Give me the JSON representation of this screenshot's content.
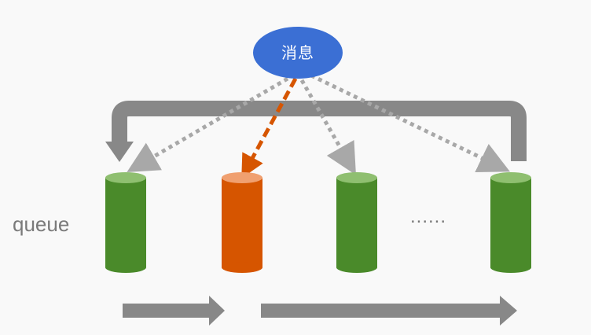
{
  "message": {
    "label": "消息",
    "color": "#3b6fd4"
  },
  "queue_label": "queue",
  "ellipsis": "......",
  "colors": {
    "queue_green": "#4a8a2a",
    "queue_green_top": "#8fbf70",
    "selected_orange": "#d65500",
    "selected_orange_top": "#f0a070",
    "gray_arrow": "#888888",
    "dotted_arrow": "#a8a8a8",
    "dashed_arrow": "#d65500"
  },
  "queues": [
    {
      "id": "q1",
      "state": "idle"
    },
    {
      "id": "q2",
      "state": "selected"
    },
    {
      "id": "q3",
      "state": "idle"
    },
    {
      "id": "q4",
      "state": "idle"
    }
  ]
}
